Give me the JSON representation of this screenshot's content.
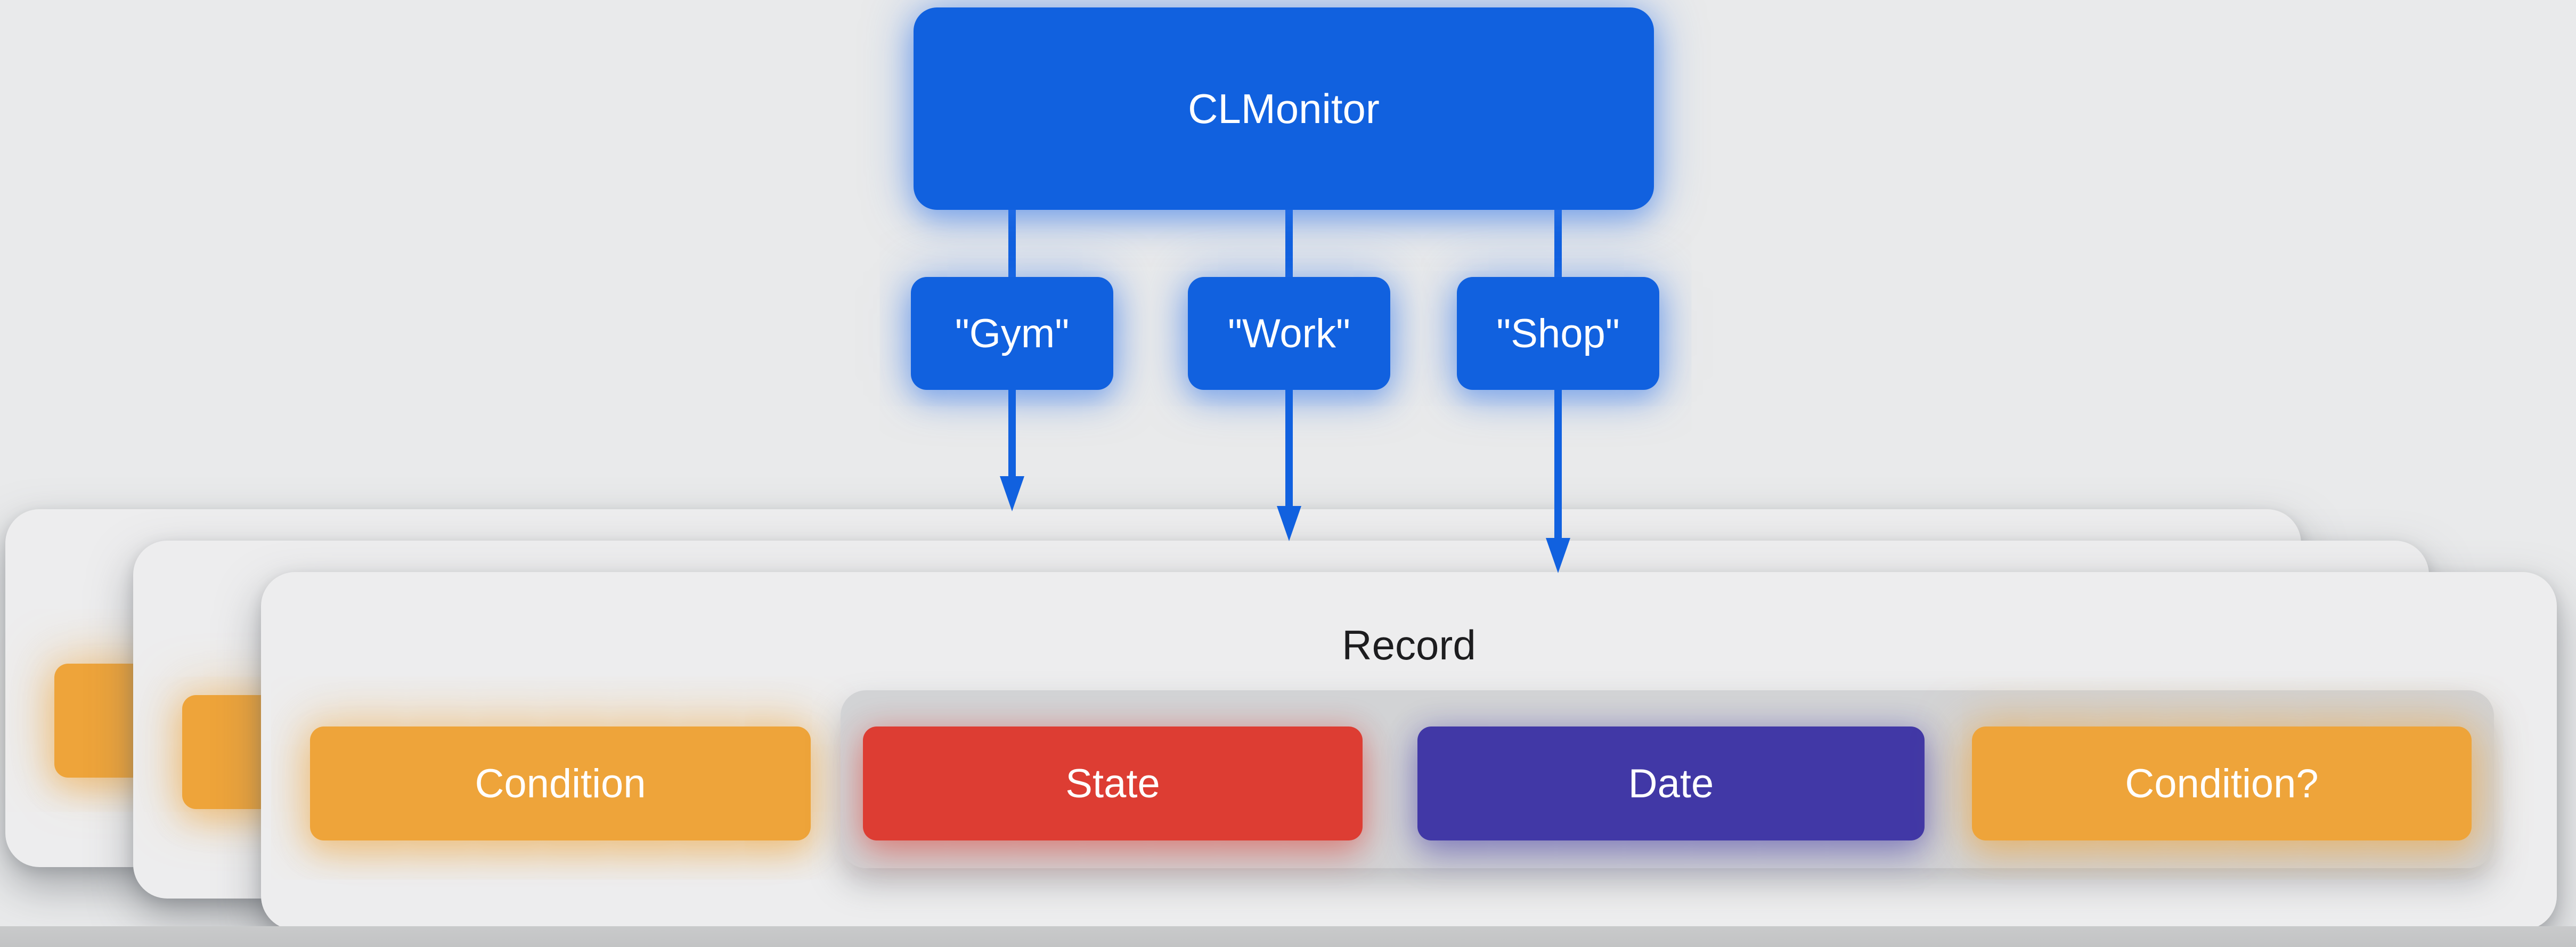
{
  "flow": {
    "root": {
      "label": "CLMonitor"
    },
    "branches": [
      {
        "label": "\"Gym\""
      },
      {
        "label": "\"Work\""
      },
      {
        "label": "\"Shop\""
      }
    ]
  },
  "record": {
    "title": "Record",
    "stacked_copies": 3,
    "fields": [
      {
        "label": "Condition",
        "color": "#eea43a"
      },
      {
        "label": "State",
        "color": "#dd3d33"
      },
      {
        "label": "Date",
        "color": "#4138a6"
      },
      {
        "label": "Condition?",
        "color": "#eea43a"
      }
    ]
  },
  "palette": {
    "node_blue": "#1161df",
    "card_gray": "#ededee",
    "tray_gray": "#d2d3d5",
    "background": "#e9eaeb",
    "title_text": "#1d1d1f",
    "field_text": "#ffffff"
  }
}
